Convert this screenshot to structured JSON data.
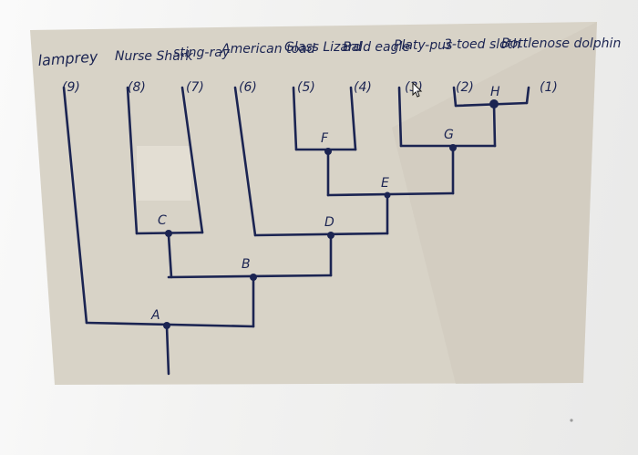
{
  "taxa": [
    {
      "name": "lamprey",
      "number": "(9)"
    },
    {
      "name": "Nurse Shark",
      "number": "(8)"
    },
    {
      "name": "sting-ray",
      "number": "(7)"
    },
    {
      "name": "American toad",
      "number": "(6)"
    },
    {
      "name": "Glass Lizard",
      "number": "(5)"
    },
    {
      "name": "Bald eagle",
      "number": "(4)"
    },
    {
      "name": "Platy-pus",
      "number": "(3)"
    },
    {
      "name": "3-toed sloth",
      "number": "(2)"
    },
    {
      "name": "Bottlenose dolphin",
      "number": "(1)"
    }
  ],
  "nodes": [
    "A",
    "B",
    "C",
    "D",
    "E",
    "F",
    "G",
    "H"
  ],
  "colors": {
    "ink": "#1b2452",
    "paper": "#d9d4c8",
    "background": "#f1f1f0"
  }
}
